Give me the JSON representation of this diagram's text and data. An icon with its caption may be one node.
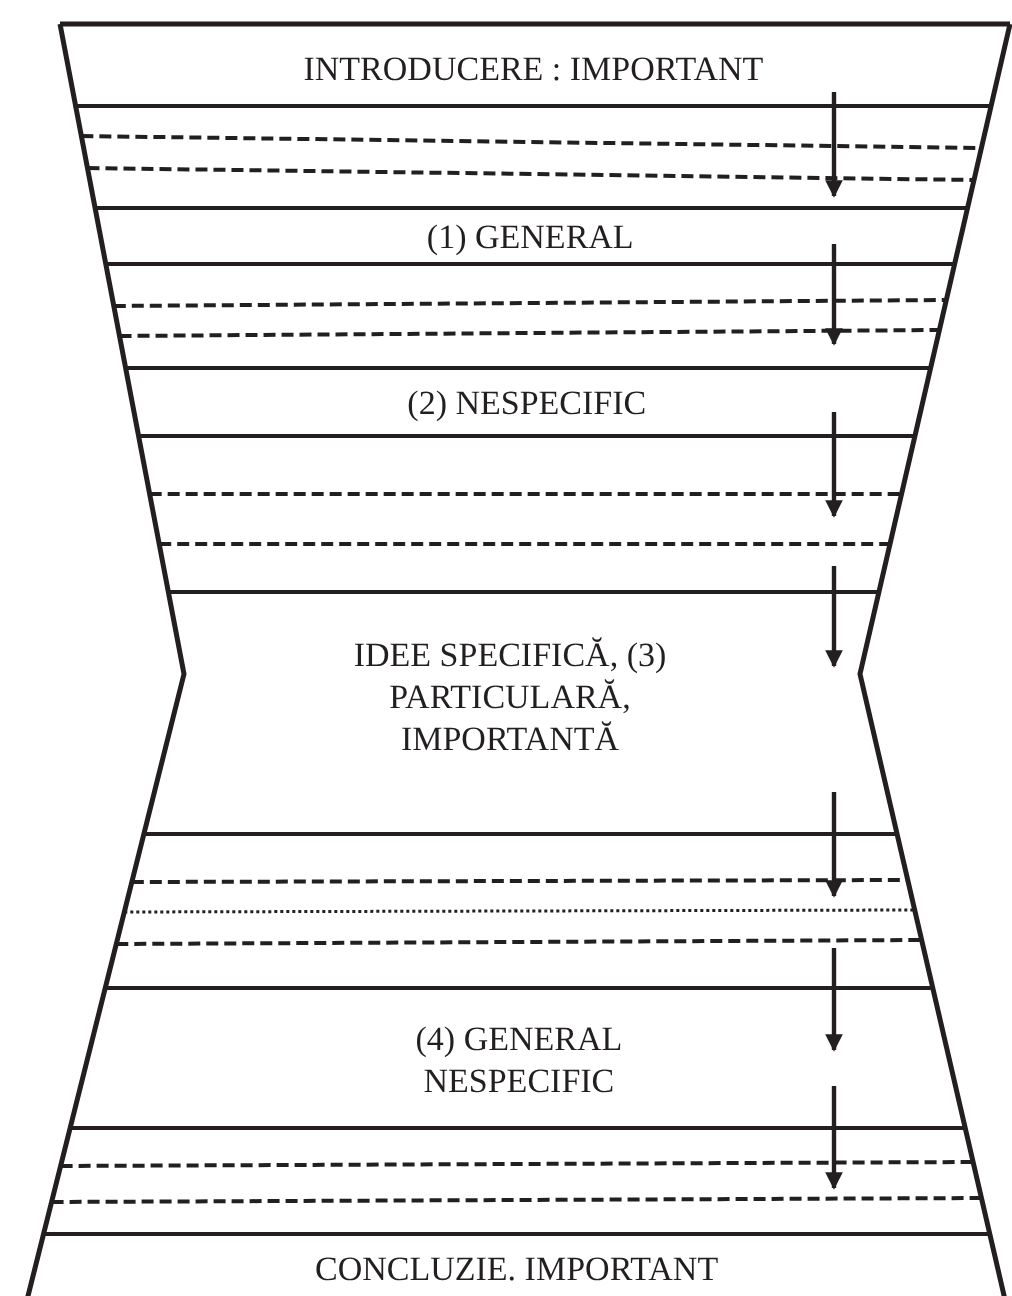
{
  "diagram": {
    "nodes": [
      {
        "text": [
          "INTRODUCERE : IMPORTANT"
        ]
      },
      {
        "text": [
          "(1) GENERAL"
        ]
      },
      {
        "text": [
          "(2) NESPECIFIC"
        ]
      },
      {
        "text": [
          "IDEE SPECIFICĂ, (3) PARTICULARĂ, IMPORTANTĂ"
        ]
      },
      {
        "text": [
          "(4) GENERAL NESPECIFIC"
        ]
      },
      {
        "text": [
          "CONCLUZIE. IMPORTANT"
        ]
      }
    ]
  }
}
